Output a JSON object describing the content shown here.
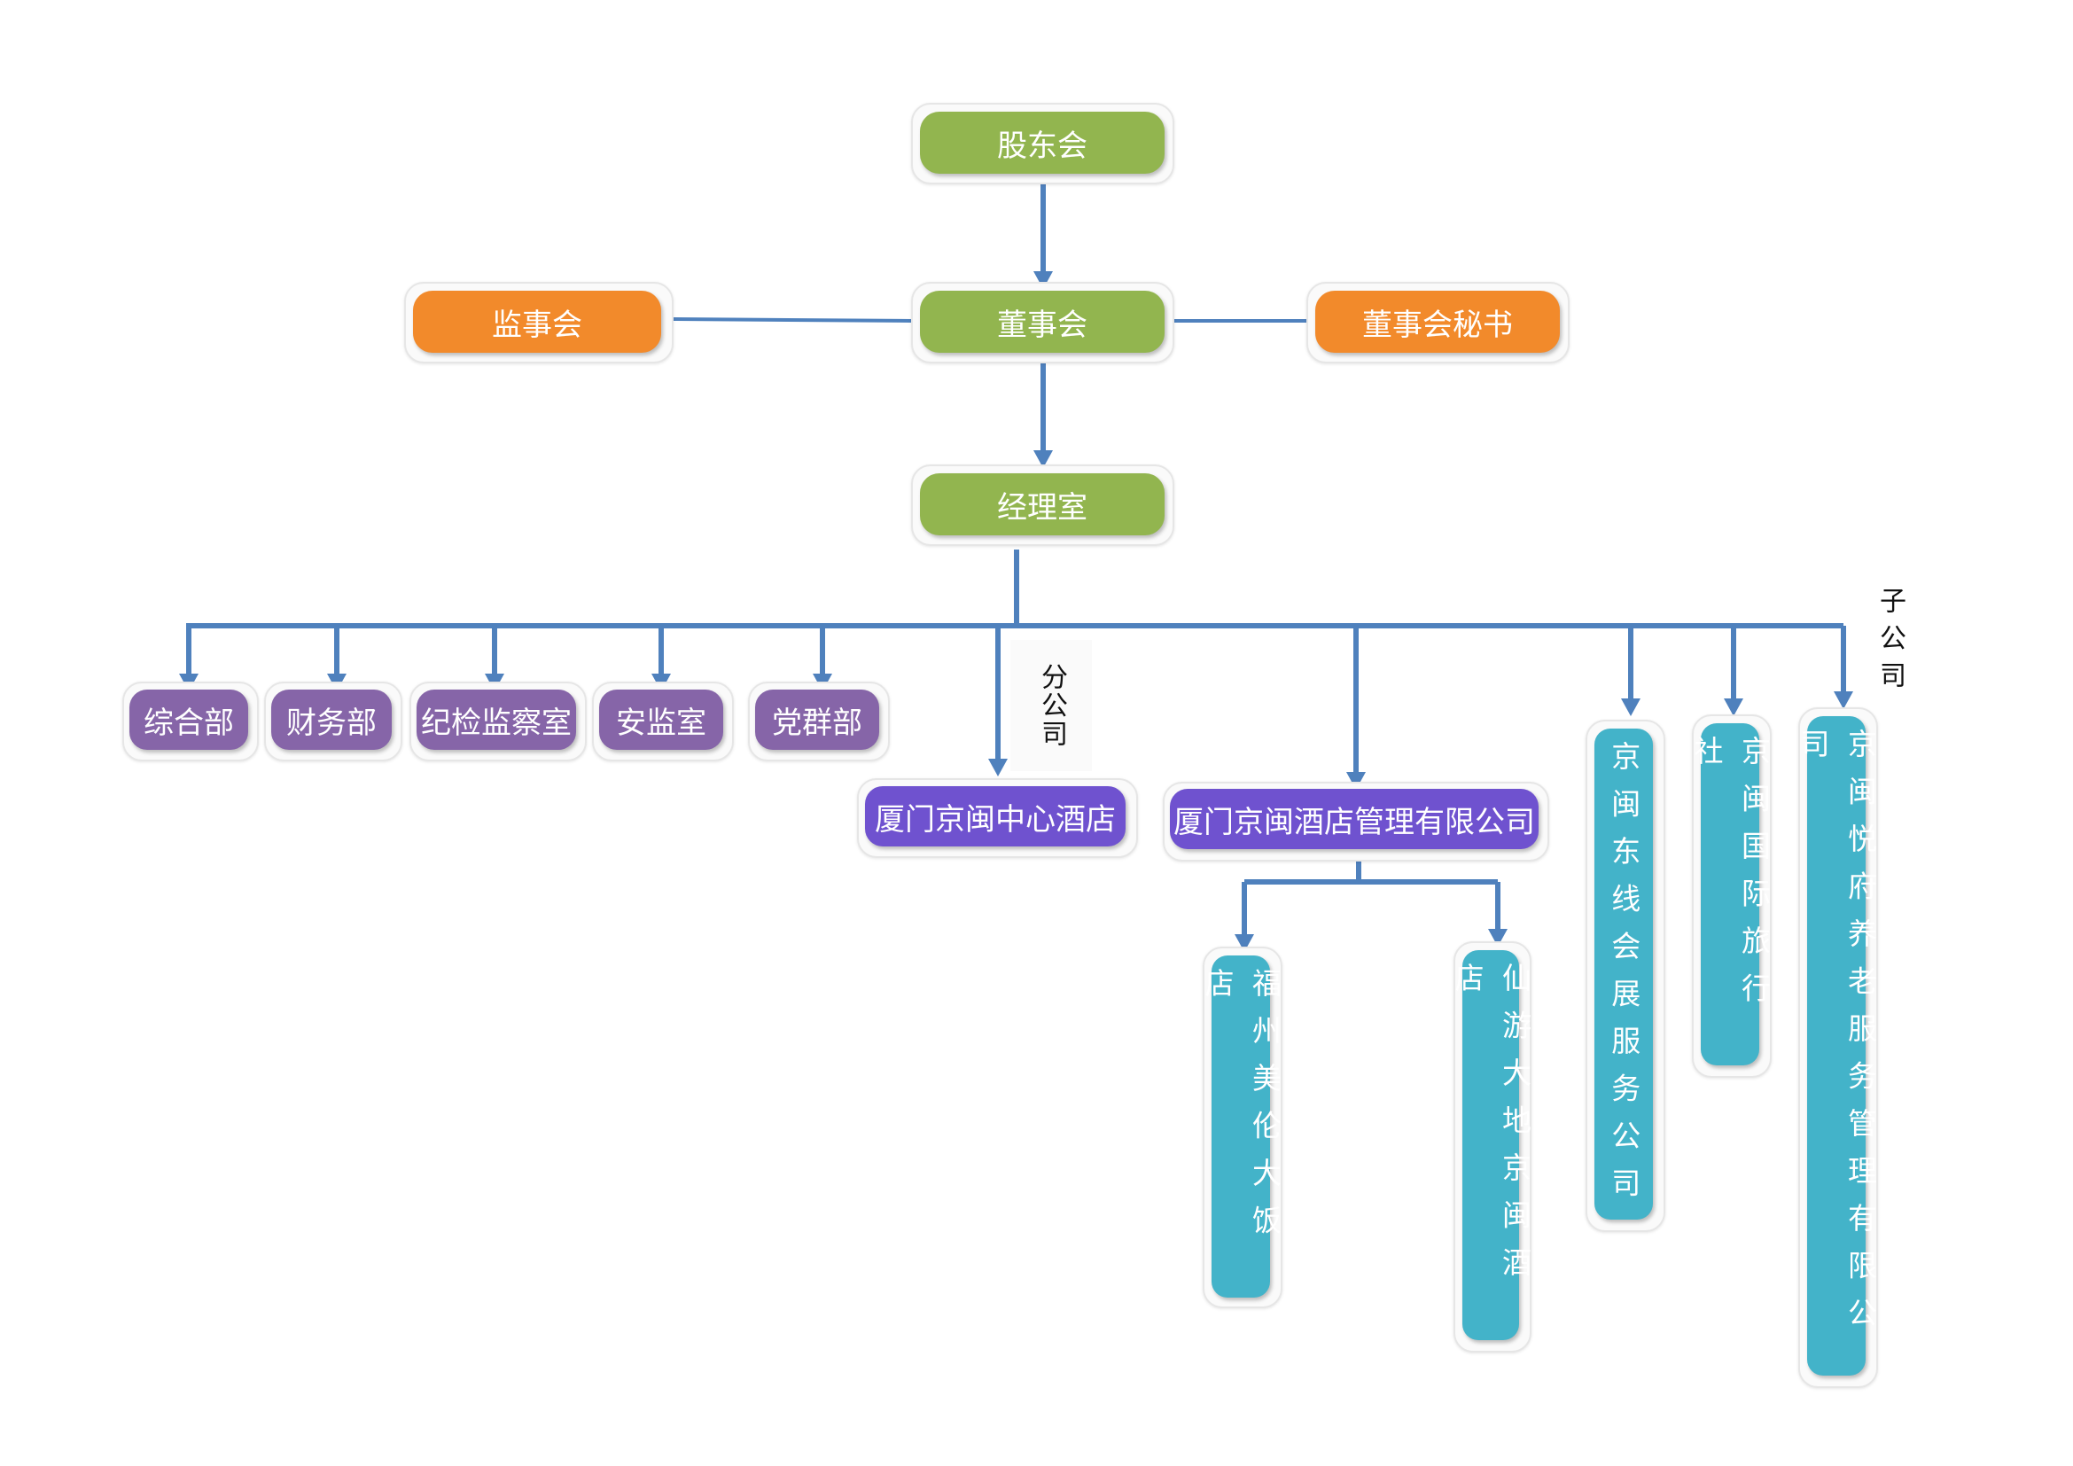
{
  "top": {
    "shareholders": "股东会",
    "board": "董事会",
    "supervisors": "监事会",
    "board_secretary": "董事会秘书",
    "manager_office": "经理室"
  },
  "departments": [
    "综合部",
    "财务部",
    "纪检监察室",
    "安监室",
    "党群部"
  ],
  "branch_label": "分公司",
  "subsidiary_label": "子公司",
  "branch": "厦门京闽中心酒店",
  "hotel_management": "厦门京闽酒店管理有限公司",
  "hotels": [
    "福州美伦大饭店",
    "仙游大地京闽酒店"
  ],
  "subsidiaries": [
    "京闽东线会展服务公司",
    "京闽国际旅行社",
    "京闽悦府养老服务管理有限公司"
  ],
  "colors": {
    "green": "#92b54f",
    "orange": "#f28a2b",
    "purple": "#8665a8",
    "violet": "#6f52cf",
    "cyan": "#43b3c9",
    "connector": "#4f81bd"
  }
}
